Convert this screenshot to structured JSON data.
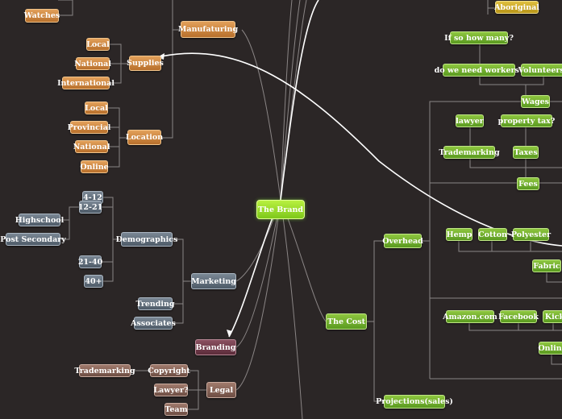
{
  "root": "The Brand",
  "manufacturing": {
    "title": "Manufaturing",
    "watches": "Watches",
    "supplies": {
      "title": "Supplies",
      "items": [
        "Local",
        "National",
        "International"
      ]
    },
    "location": {
      "title": "Location",
      "items": [
        "Local",
        "Provincial",
        "National",
        "Online"
      ]
    }
  },
  "marketing": {
    "title": "Marketing",
    "demographics": {
      "title": "Demographics",
      "age_4_12": "4-12",
      "age_12_21": "12-21",
      "highschool": "Highschool",
      "post_secondary": "Post Secondary",
      "age_21_40": "21-40",
      "age_40_plus": "40+"
    },
    "trending": "Trending",
    "associates": "Associates"
  },
  "branding": "Branding",
  "legal": {
    "title": "Legal",
    "copyright": "Copyright",
    "trademarking": "Trademarking",
    "lawyer": "Lawyer?",
    "team": "Team"
  },
  "cost": {
    "title": "The Cost",
    "aboriginal": "Aboriginal",
    "if_so_how_many": "If so how many?",
    "need_workers": "do we need workers?",
    "volunteers": "Volunteers?",
    "wages": "Wages",
    "lawyer": "lawyer",
    "property_tax": "property tax?",
    "trademarking": "Trademarking",
    "taxes": "Taxes",
    "fees": "Fees",
    "overhead": "Overhead",
    "hemp": "Hemp",
    "cotton": "Cotton",
    "polyester": "Polyester",
    "fabric": "Fabric",
    "amazon": "Amazon.com",
    "facebook": "Facebook",
    "kick": "Kick",
    "online": "Online",
    "projections": "Projections(sales)"
  }
}
